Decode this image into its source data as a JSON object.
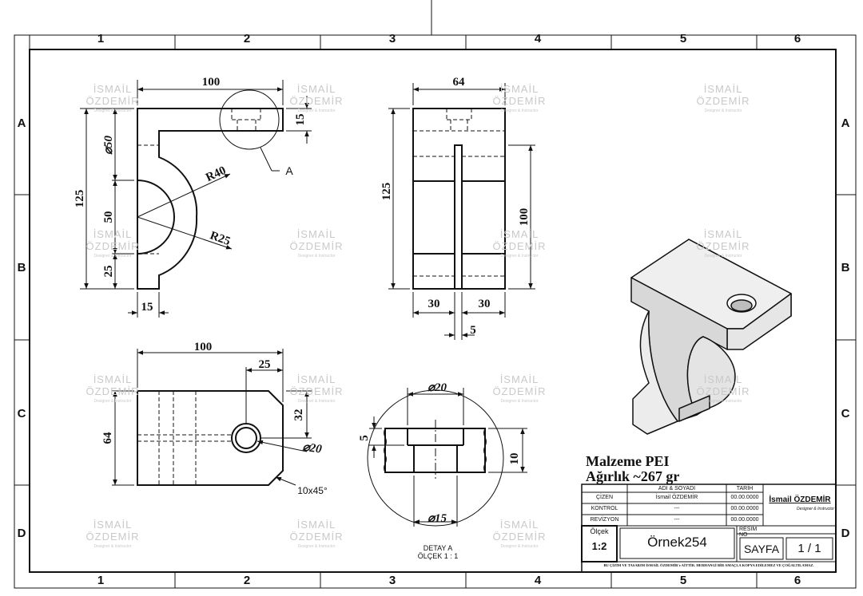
{
  "zones": {
    "columns": [
      "1",
      "2",
      "3",
      "4",
      "5",
      "6"
    ],
    "rows": [
      "A",
      "B",
      "C",
      "D"
    ]
  },
  "watermark": {
    "name": "İSMAİL ÖZDEMİR",
    "subtitle": "Designer & Instructor"
  },
  "front_view": {
    "dims": {
      "width": "100",
      "height": "125",
      "dia": "50",
      "mid": "50",
      "bottom": "25",
      "top_hole": "15",
      "wall": "15",
      "r_outer": "R40",
      "r_inner": "R25",
      "detail_ref": "A"
    }
  },
  "side_view": {
    "dims": {
      "width": "64",
      "height": "125",
      "slot_height": "100",
      "left": "30",
      "right": "30",
      "slot": "5"
    }
  },
  "top_view": {
    "dims": {
      "width": "100",
      "hole_x": "25",
      "hole_y": "32",
      "height": "64",
      "hole_dia": "20",
      "chamfer": "10x45°"
    }
  },
  "detail": {
    "dims": {
      "top_dia": "20",
      "bottom_dia": "15",
      "depth": "5",
      "thickness": "10"
    },
    "label": "DETAY A",
    "scale": "ÖLÇEK 1 : 1"
  },
  "material": {
    "line1": "Malzeme PEI",
    "line2": "Ağırlık ~267 gr"
  },
  "title_block": {
    "header_name": "ADI & SOYADI",
    "header_date": "TARİH",
    "rows": [
      {
        "role": "ÇİZEN",
        "name": "İsmail ÖZDEMİR",
        "date": "00.00.0000"
      },
      {
        "role": "KONTROL",
        "name": "---",
        "date": "00.00.0000"
      },
      {
        "role": "REVİZYON",
        "name": "---",
        "date": "00.00.0000"
      }
    ],
    "author": "İsmail ÖZDEMİR",
    "author_sub": "Designer & Instructor",
    "scale_label": "Ölçek",
    "scale_value": "1:2",
    "drawing_name": "Örnek254",
    "drawing_no_label": "RESİM NO",
    "sheet_label": "SAYFA",
    "sheet_value": "1 / 1",
    "footer": "BU ÇİZİM VE TASARIM İSMAİL ÖZDEMİR'e AİTTİR. HERHANGİ BİR AMAÇLA KOPYA EDİLEMEZ VE ÇOĞALTILAMAZ."
  }
}
